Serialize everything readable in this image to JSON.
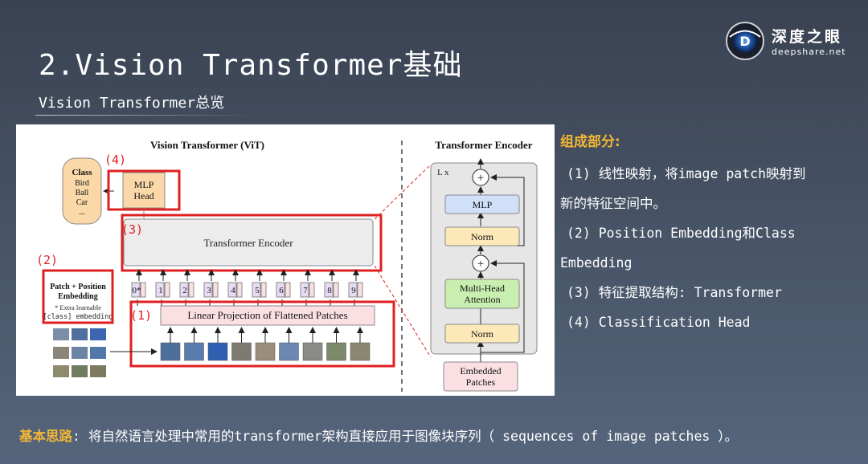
{
  "slide": {
    "title": "2.Vision Transformer基础",
    "subtitle": "Vision Transformer总览"
  },
  "logo": {
    "name": "深度之眼",
    "url": "deepshare.net",
    "icon": "eye-logo-icon",
    "letter": "D"
  },
  "figure": {
    "vit_title": "Vision Transformer (ViT)",
    "encoder_title": "Transformer Encoder",
    "class_box": {
      "heading": "Class",
      "items": [
        "Bird",
        "Ball",
        "Car",
        "..."
      ]
    },
    "mlp_head_line1": "MLP",
    "mlp_head_line2": "Head",
    "transformer_encoder_label": "Transformer Encoder",
    "linear_projection_label": "Linear Projection of Flattened Patches",
    "pos_embed_line1": "Patch + Position",
    "pos_embed_line2": "Embedding",
    "extra_learnable_line1": "* Extra learnable",
    "extra_learnable_line2": "[class] embedding",
    "position_tokens": [
      "0*",
      "1",
      "2",
      "3",
      "4",
      "5",
      "6",
      "7",
      "8",
      "9"
    ],
    "annotations": [
      "(1)",
      "(2)",
      "(3)",
      "(4)"
    ],
    "encoder_block": {
      "repeat": "L x",
      "plus": "+",
      "mlp": "MLP",
      "norm": "Norm",
      "attention_line1": "Multi-Head",
      "attention_line2": "Attention",
      "embedded_line1": "Embedded",
      "embedded_line2": "Patches"
    },
    "colors": {
      "highlight_red": "#e02020",
      "class_fill": "#fbd8a8",
      "mlp_head_fill": "#fbd8a8",
      "encoder_fill": "#ececec",
      "projection_fill": "#fbe0e3",
      "token_fill": "#e6dcf4",
      "norm_fill": "#fde9b8",
      "mlp_fill": "#cfe0f8",
      "attention_fill": "#c8efb0",
      "embedded_fill": "#fbe0e3"
    }
  },
  "panel": {
    "heading": "组成部分:",
    "lines": [
      "(1) 线性映射，将image patch映射到",
      "新的特征空间中。",
      "(2) Position Embedding和Class",
      "Embedding",
      "(3) 特征提取结构: Transformer",
      "(4) Classification Head"
    ]
  },
  "footer": {
    "key": "基本思路",
    "text": ": 将自然语言处理中常用的transformer架构直接应用于图像块序列（ sequences of image patches ）。"
  },
  "theme": {
    "accent_yellow": "#f2b634",
    "background_top": "#3a4252",
    "background_bottom": "#55657c"
  }
}
